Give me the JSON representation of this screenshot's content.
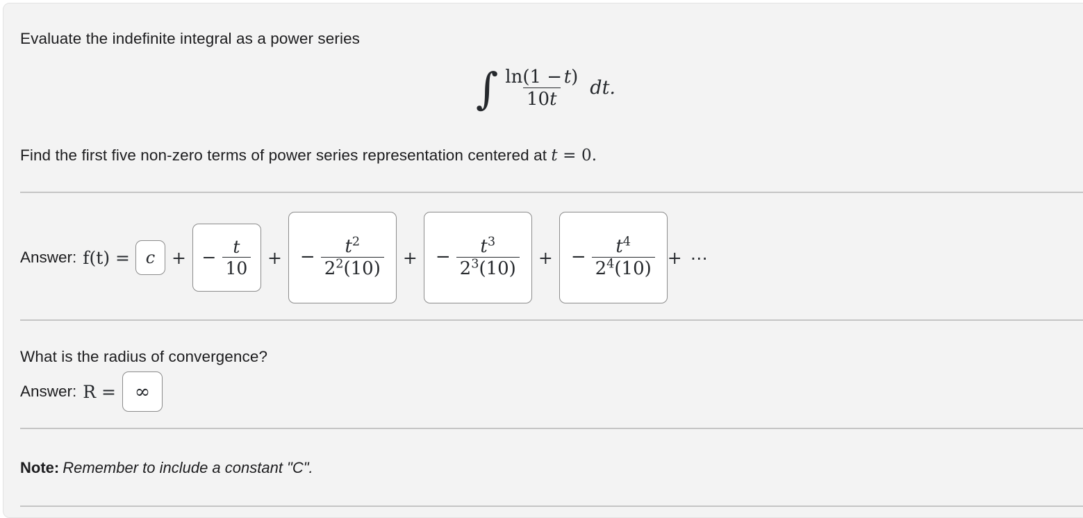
{
  "problem": {
    "statement": "Evaluate the indefinite integral as a power series",
    "integral": {
      "integral_symbol": "∫",
      "numerator_fn": "ln",
      "numerator_arg_open": "(1 ",
      "numerator_minus": "−",
      "numerator_var": "t",
      "numerator_arg_close": ")",
      "denominator": "10",
      "denominator_var": "t",
      "differential": "dt."
    },
    "find_line": {
      "text_before": "Find the first five non-zero terms of power series representation centered at ",
      "math_var": "t",
      "math_eq": "=",
      "math_value": "0",
      "text_after": "."
    }
  },
  "answer_section": {
    "label": "Answer:",
    "function_lead": "f(t) =",
    "operator_plus": "+",
    "trailing": "+ ⋯",
    "boxes": [
      {
        "name": "constant-term",
        "kind": "plain",
        "value": "c"
      },
      {
        "name": "term-1",
        "kind": "fraction",
        "sign": "−",
        "numerator": "t",
        "numerator_exp": "",
        "denominator_base": "10",
        "denominator_exp": "",
        "denominator_factor": ""
      },
      {
        "name": "term-2",
        "kind": "fraction",
        "sign": "−",
        "numerator": "t",
        "numerator_exp": "2",
        "denominator_base": "2",
        "denominator_exp": "2",
        "denominator_factor": "(10)"
      },
      {
        "name": "term-3",
        "kind": "fraction",
        "sign": "−",
        "numerator": "t",
        "numerator_exp": "3",
        "denominator_base": "2",
        "denominator_exp": "3",
        "denominator_factor": "(10)"
      },
      {
        "name": "term-4",
        "kind": "fraction",
        "sign": "−",
        "numerator": "t",
        "numerator_exp": "4",
        "denominator_base": "2",
        "denominator_exp": "4",
        "denominator_factor": "(10)"
      }
    ]
  },
  "radius_section": {
    "question": "What is the radius of convergence?",
    "label": "Answer:",
    "lead": "R =",
    "value": "∞"
  },
  "note": {
    "label": "Note:",
    "body": "Remember to include a constant \"C\"."
  },
  "colors": {
    "card_background": "#f3f3f3",
    "page_background": "#ffffff",
    "text": "#1c1c1e",
    "math_text": "#25282c",
    "divider": "#c4c4c4",
    "input_border": "#8b8b8b",
    "input_background": "#ffffff"
  }
}
